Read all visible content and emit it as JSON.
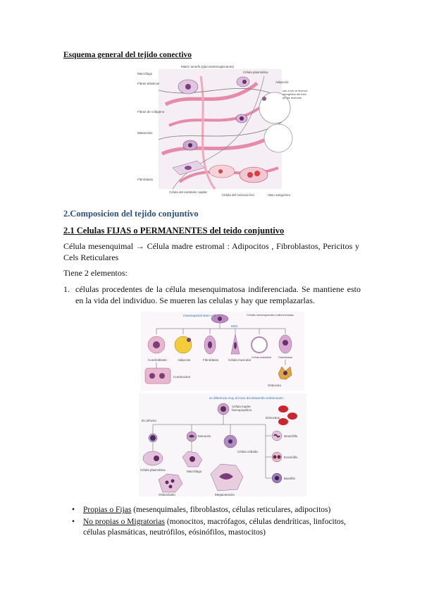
{
  "headings": {
    "h1": "Esquema general del tejido conectivo",
    "h2": "2.Composicion del tejido conjuntivo",
    "h3": "2.1 Celulas FIJAS o PERMANENTES del teido conjuntivo"
  },
  "paragraphs": {
    "p1_a": "Célula mesenquimal",
    "p1_arrow": "→",
    "p1_b": " Célula madre estromal : Adipocitos , Fibroblastos, Pericitos y Cels Reticulares",
    "p2": "Tiene 2 elementos:"
  },
  "numbered": {
    "num": "1.",
    "text": "células procedentes de la célula mesenquimatosa indiferenciada. Se mantiene esto en la vida del individuo. Se mueren las celulas y hay que remplazarlas."
  },
  "bullets": [
    {
      "marker": "•",
      "underlined": "Propias o Fijas",
      "rest": " (mesenquimales, fibroblastos, células reticulares, adipocitos)"
    },
    {
      "marker": "•",
      "underlined": "No propias o Migratorias",
      "rest": " (monocitos, macrófagos, células dendríticas, linfocitos, células plasmáticas, neutrófilos, eósinófilos, mastocitos)"
    }
  ],
  "figure1": {
    "labels": {
      "macrofago": "Macrófago",
      "fibras_elasticas": "Fibras elásticas",
      "matriz": "Matriz amorfa (glucosaminoglucanos)",
      "plasmatica": "Célula plasmática",
      "adipocito": "Adipocito",
      "nota": "van a ser la reserva energética del estó de las reservas",
      "fibras_colageno": "Fibras de colágeno",
      "mastocitos": "Mastocitos",
      "fibroblasto": "Fibroblasto",
      "endotelio": "Célula del endotelio capilar",
      "muscular": "Célula del músculo liso",
      "vaso": "Vaso sanguíneo"
    }
  },
  "figure2": {
    "top_label": "mesenquimal stem cell",
    "msc": "MSC",
    "madre": "Células mesenquimales indiferenciadas",
    "cells": [
      "Condroblasto",
      "Adipocito",
      "Fibroblasto",
      "Célula muscular",
      "Célula endotelial",
      "Osteoblasto"
    ],
    "condrocitos": "Condrocitos",
    "osteocito": "Osteocito"
  },
  "figure3": {
    "note": "se diferencia muy al inicio del desarrollo embrionario.",
    "madre": "Célula madre hemopoyética",
    "eritrocitos": "Eritrocitos",
    "linfocito": "B Linfocito",
    "monocito": "Monocito",
    "plasmatica": "Célula plasmática",
    "macrofago": "Macrófago",
    "cebada": "Célula cebada",
    "neutrofilo": "Neutrófilo",
    "eosinofilo": "Eosinófilo",
    "osteoclasto": "Osteoclasto",
    "megacariocito": "Megacariocito",
    "basofilo": "Basófilo"
  }
}
